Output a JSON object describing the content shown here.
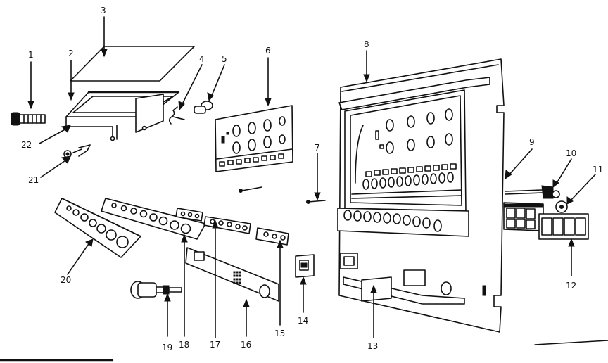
{
  "parts": [
    {
      "id": "1",
      "text": "1"
    },
    {
      "id": "2",
      "text": "2"
    },
    {
      "id": "3",
      "text": "3"
    },
    {
      "id": "4",
      "text": "4"
    },
    {
      "id": "5",
      "text": "5"
    },
    {
      "id": "6",
      "text": "6"
    },
    {
      "id": "7",
      "text": "7"
    },
    {
      "id": "8",
      "text": "8"
    },
    {
      "id": "9",
      "text": "9"
    },
    {
      "id": "10",
      "text": "10"
    },
    {
      "id": "11",
      "text": "11"
    },
    {
      "id": "12",
      "text": "12"
    },
    {
      "id": "13",
      "text": "13"
    },
    {
      "id": "14",
      "text": "14"
    },
    {
      "id": "15",
      "text": "15"
    },
    {
      "id": "16",
      "text": "16"
    },
    {
      "id": "17",
      "text": "17"
    },
    {
      "id": "18",
      "text": "18"
    },
    {
      "id": "19",
      "text": "19"
    },
    {
      "id": "20",
      "text": "20"
    },
    {
      "id": "21",
      "text": "21"
    },
    {
      "id": "22",
      "text": "22"
    }
  ]
}
